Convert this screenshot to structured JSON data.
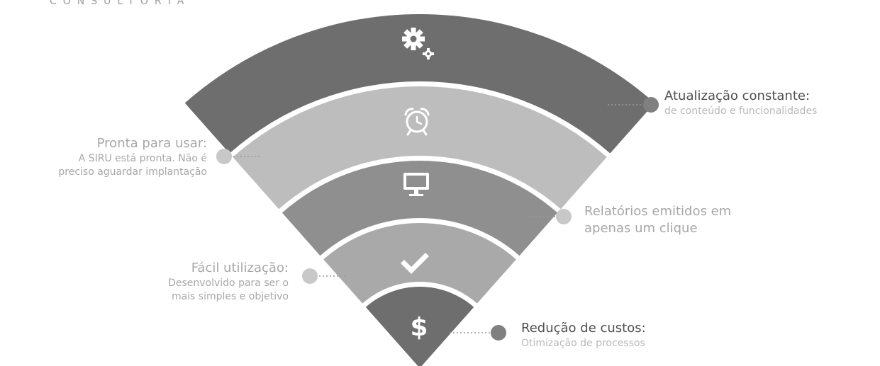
{
  "brand": "CONSULTORIA",
  "layers": [
    {
      "icon": "gears-icon",
      "fill": "#6e6e6e"
    },
    {
      "icon": "alarm-clock-icon",
      "fill": "#bdbdbd"
    },
    {
      "icon": "monitor-icon",
      "fill": "#8f8f8f"
    },
    {
      "icon": "checkmark-icon",
      "fill": "#a9a9a9"
    },
    {
      "icon": "dollar-icon",
      "fill": "#6e6e6e"
    }
  ],
  "callouts": {
    "atualizacao": {
      "title": "Atualização constante:",
      "line1": "de conteúdo e funcionalidades"
    },
    "pronta": {
      "title": "Pronta para usar:",
      "line1": "A SIRU está pronta. Não é",
      "line2": "preciso aguardar implantação"
    },
    "relatorios": {
      "line1": "Relatórios emitidos em",
      "line2": "apenas um clique"
    },
    "facil": {
      "title": "Fácil utilização:",
      "line1": "Desenvolvido para ser o",
      "line2": "mais simples e objetivo"
    },
    "reducao": {
      "title": "Redução de custos:",
      "line1": "Otimização de processos"
    }
  },
  "colors": {
    "dot_dark": "#808080",
    "dot_light": "#c8c8c8",
    "separator": "#ffffff"
  }
}
